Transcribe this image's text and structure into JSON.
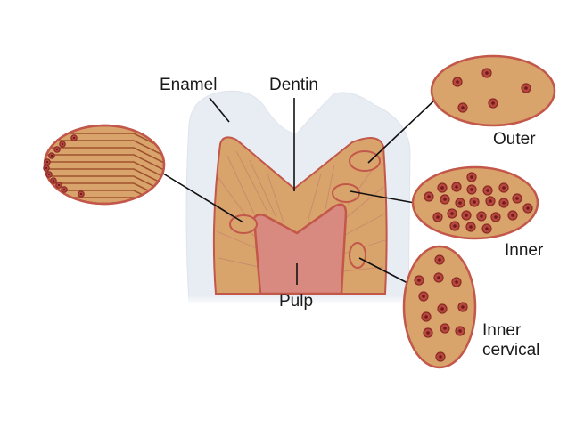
{
  "labels": {
    "enamel": "Enamel",
    "dentin": "Dentin",
    "pulp": "Pulp",
    "outer": "Outer",
    "inner": "Inner",
    "inner_cervical_1": "Inner",
    "inner_cervical_2": "cervical"
  },
  "colors": {
    "enamel": "#e8ecf3",
    "dentin": "#d9a36c",
    "pulp": "#d98a80",
    "outline": "#c2574a",
    "tubule": "#b5473f"
  }
}
